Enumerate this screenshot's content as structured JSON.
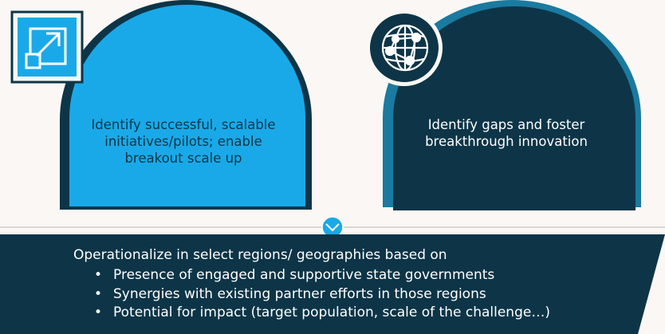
{
  "cards": [
    {
      "text": "Identify successful, scalable initiatives/pilots; enable breakout scale up",
      "icon": "scale-up-arrow-icon",
      "fill": "#1aa9e8",
      "shadow": "#0d3547"
    },
    {
      "text": "Identify gaps and foster breakthrough innovation",
      "icon": "globe-network-icon",
      "fill": "#0d3547",
      "shadow": "#1a7aa0"
    }
  ],
  "bottom": {
    "title": "Operationalize in select regions/ geographies based on",
    "bullets": [
      "Presence of engaged and supportive state governments",
      "Synergies with existing partner efforts in those regions",
      "Potential for impact (target population, scale of the challenge…)"
    ],
    "fill": "#0d3547"
  },
  "colors": {
    "background": "#fbf7f4",
    "divider": "#b5b5b5",
    "connector": "#1aa9e8"
  }
}
